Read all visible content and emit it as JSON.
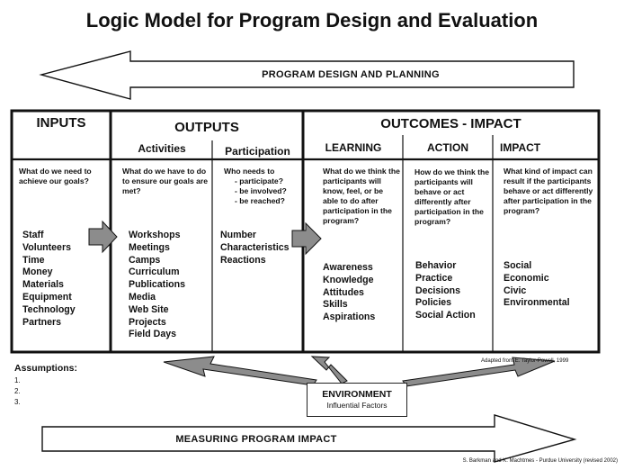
{
  "title": "Logic Model for Program Design and Evaluation",
  "top_band": "PROGRAM  DESIGN AND PLANNING",
  "bottom_band": "MEASURING PROGRAM IMPACT",
  "inputs": {
    "header": "INPUTS",
    "question": "What do we need to achieve our goals?",
    "items": [
      "Staff",
      "Volunteers",
      "Time",
      "Money",
      "Materials",
      "Equipment",
      "Technology",
      "Partners"
    ]
  },
  "outputs": {
    "header": "OUTPUTS",
    "activities": {
      "header": "Activities",
      "question": "What do we have to do to ensure our goals are met?",
      "items": [
        "Workshops",
        "Meetings",
        "Camps",
        "Curriculum",
        "Publications",
        "Media",
        "Web Site",
        "Projects",
        "Field Days"
      ]
    },
    "participation": {
      "header": "Participation",
      "question": "Who needs to",
      "question_items": [
        "- participate?",
        "- be involved?",
        "- be reached?"
      ],
      "items": [
        "Number",
        "Characteristics",
        "Reactions"
      ]
    }
  },
  "outcomes": {
    "header": "OUTCOMES - IMPACT",
    "learning": {
      "header": "LEARNING",
      "question": "What do we think the participants will know, feel, or be able to do after participation in the program?",
      "items": [
        "Awareness",
        "Knowledge",
        "Attitudes",
        "Skills",
        "Aspirations"
      ]
    },
    "action": {
      "header": "ACTION",
      "question": "How do we think the participants will behave or act differently after participation in the program?",
      "items": [
        "Behavior",
        "Practice",
        "Decisions",
        "Policies",
        "Social Action"
      ]
    },
    "impact": {
      "header": "IMPACT",
      "question": "What kind of impact can result if the participants behave or act differently after participation in the program?",
      "items": [
        "Social",
        "Economic",
        "Civic",
        "Environmental"
      ]
    }
  },
  "assumptions": {
    "header": "Assumptions:",
    "items": [
      "1.",
      "2.",
      "3."
    ]
  },
  "environment": {
    "title": "ENVIRONMENT",
    "subtitle": "Influential Factors"
  },
  "credit_adapted": "Adapted from E. Taylor-Powell, 1999",
  "credit_authors": "S. Barkman and K. Machtmes - Purdue University (revised 2002)",
  "colors": {
    "arrow_fill": "#8c8c8c",
    "line": "#111111"
  }
}
